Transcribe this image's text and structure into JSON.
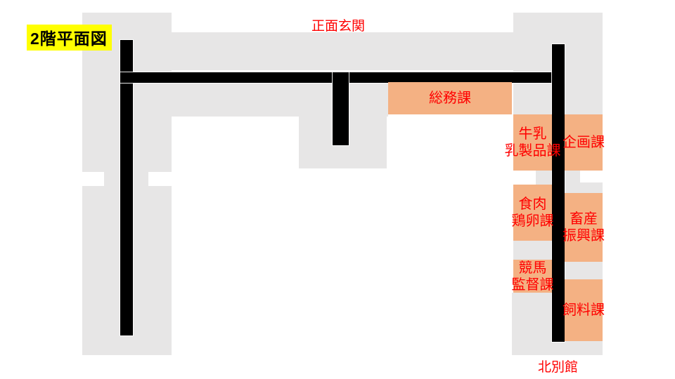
{
  "title": {
    "text": "2階平面図"
  },
  "labels": {
    "front_entrance": "正面玄関",
    "north_annex": "北別館"
  },
  "rooms": [
    {
      "name": "general-affairs",
      "label": "総務課"
    },
    {
      "name": "milk-dairy-products",
      "label": "牛乳\n乳製品課"
    },
    {
      "name": "planning",
      "label": "企画課"
    },
    {
      "name": "meat-eggs",
      "label": "食肉\n鶏卵課"
    },
    {
      "name": "livestock-promotion",
      "label": "畜産\n振興課"
    },
    {
      "name": "horse-racing-supervision",
      "label": "競馬\n監督課"
    },
    {
      "name": "feed",
      "label": "飼料課"
    }
  ],
  "colors": {
    "floor_gray": "#e7e6e6",
    "room_orange": "#f4b183",
    "label_red": "#ff0000",
    "title_highlight_yellow": "#ffff00",
    "corridor_black": "#000000"
  }
}
